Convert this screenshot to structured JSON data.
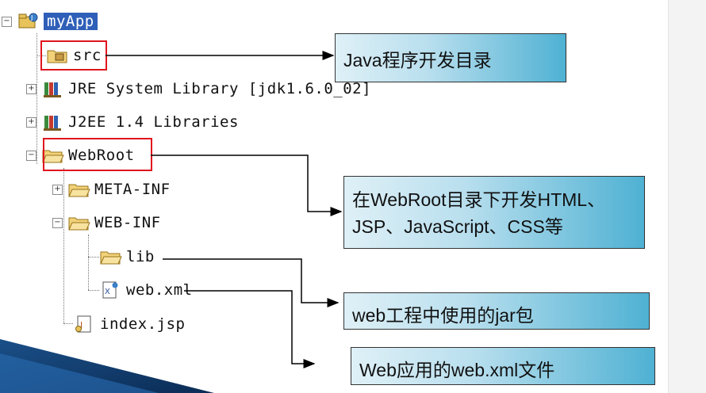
{
  "tree": {
    "root": "myApp",
    "items": [
      {
        "label": "src",
        "icon": "package-folder-icon"
      },
      {
        "label": "JRE System Library [jdk1.6.0_02]",
        "icon": "library-icon"
      },
      {
        "label": "J2EE 1.4 Libraries",
        "icon": "library-icon"
      },
      {
        "label": "WebRoot",
        "icon": "folder-icon"
      },
      {
        "label": "META-INF",
        "icon": "folder-icon"
      },
      {
        "label": "WEB-INF",
        "icon": "folder-icon"
      },
      {
        "label": "lib",
        "icon": "folder-icon"
      },
      {
        "label": "web.xml",
        "icon": "xml-file-icon"
      },
      {
        "label": "index.jsp",
        "icon": "jsp-file-icon"
      }
    ],
    "expander_plus": "+",
    "expander_minus": "−"
  },
  "callouts": {
    "src": "Java程序开发目录",
    "webroot_line1": "在WebRoot目录下开发HTML、",
    "webroot_line2": "JSP、JavaScript、CSS等",
    "lib": "web工程中使用的jar包",
    "webxml": "Web应用的web.xml文件"
  },
  "colors": {
    "highlight_box": "#e0151d",
    "selection": "#2f5fb8",
    "callout_gradient_end": "#4fb1d3"
  }
}
